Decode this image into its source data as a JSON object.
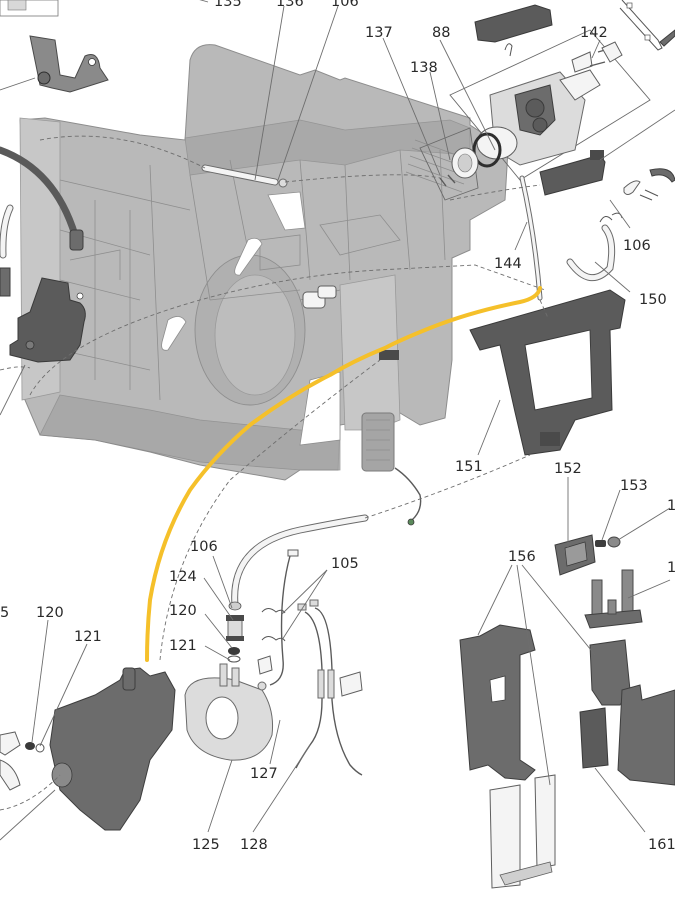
{
  "diagram": {
    "type": "exploded parts diagram",
    "highlight_color": "#f5c02a",
    "part_labels": [
      {
        "id": "label-135",
        "text": "135"
      },
      {
        "id": "label-136",
        "text": "136"
      },
      {
        "id": "label-106-top",
        "text": "106"
      },
      {
        "id": "label-137",
        "text": "137"
      },
      {
        "id": "label-88",
        "text": "88"
      },
      {
        "id": "label-142",
        "text": "142"
      },
      {
        "id": "label-138",
        "text": "138"
      },
      {
        "id": "label-106-right",
        "text": "106"
      },
      {
        "id": "label-144",
        "text": "144"
      },
      {
        "id": "label-150",
        "text": "150"
      },
      {
        "id": "label-151",
        "text": "151"
      },
      {
        "id": "label-152",
        "text": "152"
      },
      {
        "id": "label-153",
        "text": "153"
      },
      {
        "id": "label-154-partial",
        "text": "1"
      },
      {
        "id": "label-155-partial",
        "text": "1"
      },
      {
        "id": "label-156",
        "text": "156"
      },
      {
        "id": "label-106-mid",
        "text": "106"
      },
      {
        "id": "label-105",
        "text": "105"
      },
      {
        "id": "label-124",
        "text": "124"
      },
      {
        "id": "label-120-mid",
        "text": "120"
      },
      {
        "id": "label-121-mid",
        "text": "121"
      },
      {
        "id": "label-125-partial-left",
        "text": "5"
      },
      {
        "id": "label-120-left",
        "text": "120"
      },
      {
        "id": "label-121-left",
        "text": "121"
      },
      {
        "id": "label-127",
        "text": "127"
      },
      {
        "id": "label-125",
        "text": "125"
      },
      {
        "id": "label-128",
        "text": "128"
      },
      {
        "id": "label-161",
        "text": "161"
      }
    ]
  }
}
